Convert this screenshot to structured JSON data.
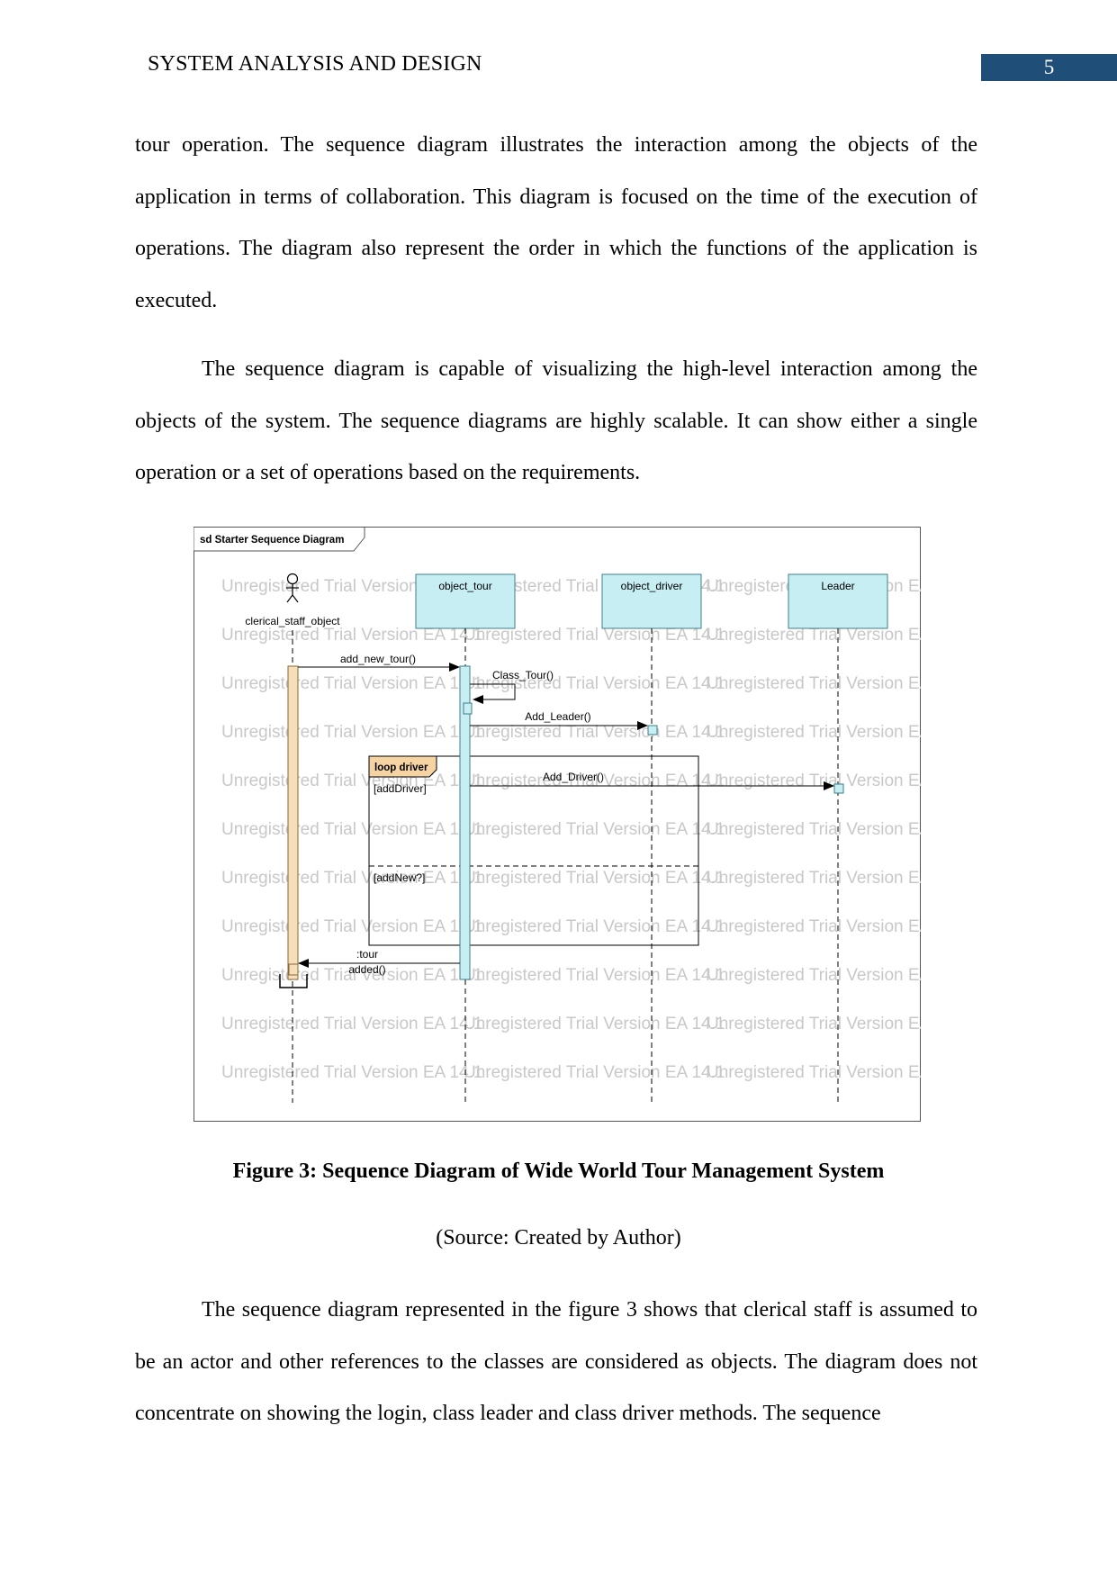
{
  "header": {
    "title": "SYSTEM ANALYSIS AND DESIGN",
    "page_number": "5"
  },
  "paragraphs": [
    "tour operation. The sequence diagram illustrates the interaction among the objects of the application in terms of collaboration. This diagram is focused on the time of the execution of operations. The diagram also represent the order in which the functions of the application is executed.",
    "The sequence diagram is capable of visualizing the high-level interaction among the objects of the system. The sequence diagrams are highly scalable. It can show either a single operation or a set of operations based on the requirements.",
    "The sequence diagram represented in the figure 3 shows that clerical staff is assumed to be an actor and other references to the classes are considered as objects. The diagram does not concentrate on showing the login, class leader and class driver methods. The sequence"
  ],
  "figure": {
    "frame_label": "sd Starter Sequence Diagram",
    "actor_label": "clerical_staff_object",
    "lifelines": [
      "object_tour",
      "object_driver",
      "Leader"
    ],
    "messages": {
      "add_new_tour": "add_new_tour()",
      "class_tour": "Class_Tour()",
      "add_leader": "Add_Leader()",
      "add_driver": "Add_Driver()",
      "return_line1": ":tour",
      "return_line2": "added()"
    },
    "fragment": {
      "label": "loop driver",
      "guard1": "[addDriver]",
      "guard2": "[addNew?]"
    },
    "watermark": "Unregistered Trial Version  EA 14.1",
    "colors": {
      "lifeline_fill": "#c6eef3",
      "actor_activation_fill": "#f5deb8",
      "loop_tab_fill": "#f6d3a3"
    },
    "caption": "Figure 3: Sequence Diagram of Wide World Tour Management System",
    "source": "(Source: Created by Author)"
  }
}
